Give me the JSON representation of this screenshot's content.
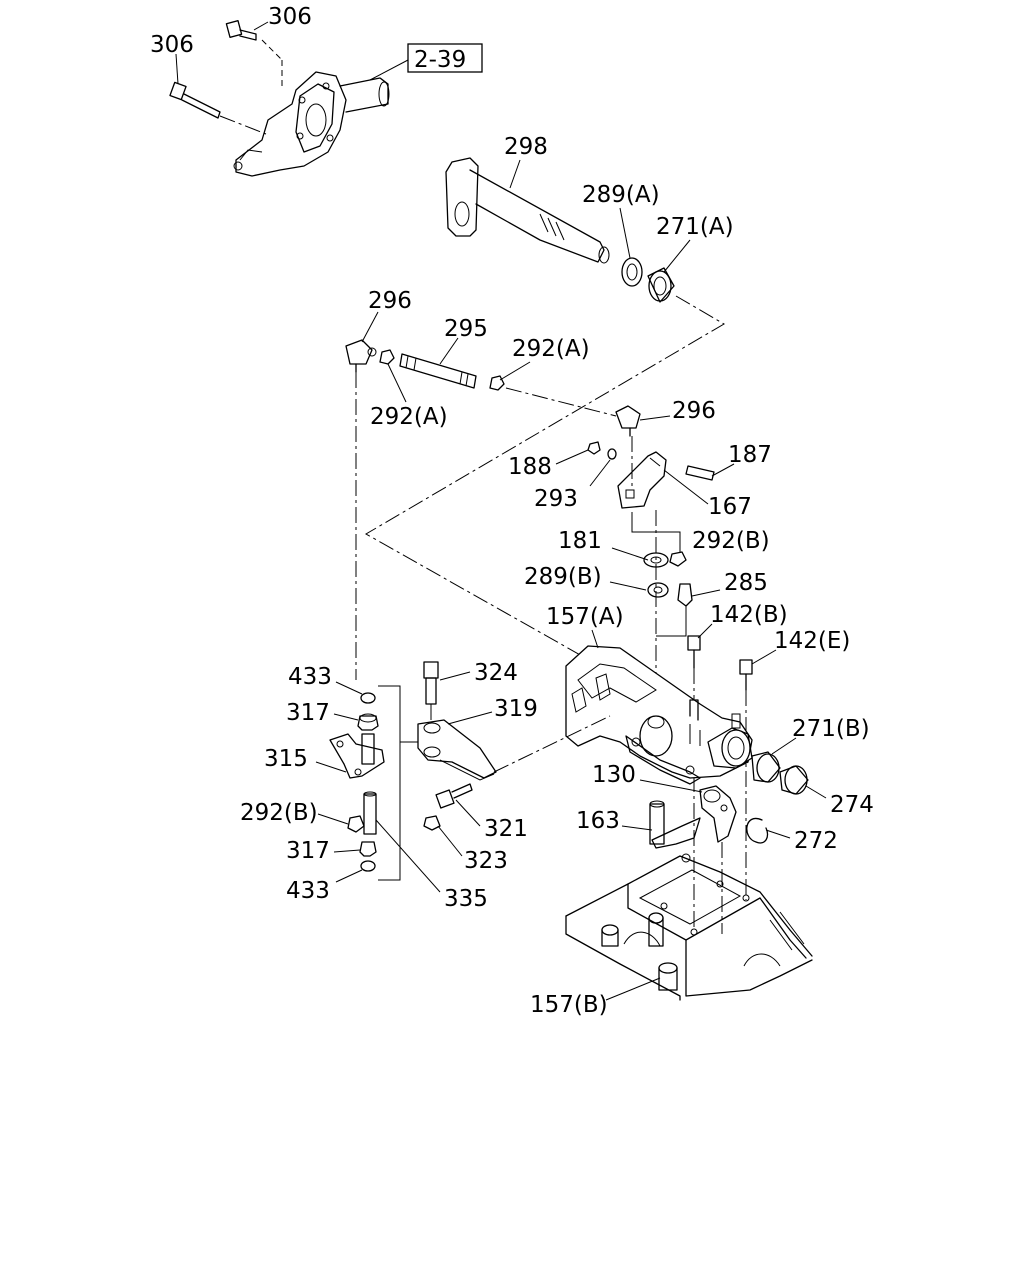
{
  "diagram": {
    "reference_box": "2-39",
    "callouts": [
      {
        "id": "c306a",
        "text": "306"
      },
      {
        "id": "c306b",
        "text": "306"
      },
      {
        "id": "c298",
        "text": "298"
      },
      {
        "id": "c289a",
        "text": "289(A)"
      },
      {
        "id": "c271a",
        "text": "271(A)"
      },
      {
        "id": "c296a",
        "text": "296"
      },
      {
        "id": "c295",
        "text": "295"
      },
      {
        "id": "c292a1",
        "text": "292(A)"
      },
      {
        "id": "c292a2",
        "text": "292(A)"
      },
      {
        "id": "c296b",
        "text": "296"
      },
      {
        "id": "c188",
        "text": "188"
      },
      {
        "id": "c187",
        "text": "187"
      },
      {
        "id": "c293",
        "text": "293"
      },
      {
        "id": "c167",
        "text": "167"
      },
      {
        "id": "c181",
        "text": "181"
      },
      {
        "id": "c292b1",
        "text": "292(B)"
      },
      {
        "id": "c289b",
        "text": "289(B)"
      },
      {
        "id": "c285",
        "text": "285"
      },
      {
        "id": "c157a",
        "text": "157(A)"
      },
      {
        "id": "c142b",
        "text": "142(B)"
      },
      {
        "id": "c142e",
        "text": "142(E)"
      },
      {
        "id": "c433a",
        "text": "433"
      },
      {
        "id": "c324",
        "text": "324"
      },
      {
        "id": "c317a",
        "text": "317"
      },
      {
        "id": "c319",
        "text": "319"
      },
      {
        "id": "c271b",
        "text": "271(B)"
      },
      {
        "id": "c315",
        "text": "315"
      },
      {
        "id": "c130",
        "text": "130"
      },
      {
        "id": "c274",
        "text": "274"
      },
      {
        "id": "c292b2",
        "text": "292(B)"
      },
      {
        "id": "c163",
        "text": "163"
      },
      {
        "id": "c321",
        "text": "321"
      },
      {
        "id": "c272",
        "text": "272"
      },
      {
        "id": "c317b",
        "text": "317"
      },
      {
        "id": "c323",
        "text": "323"
      },
      {
        "id": "c433b",
        "text": "433"
      },
      {
        "id": "c335",
        "text": "335"
      },
      {
        "id": "c157b",
        "text": "157(B)"
      }
    ]
  }
}
